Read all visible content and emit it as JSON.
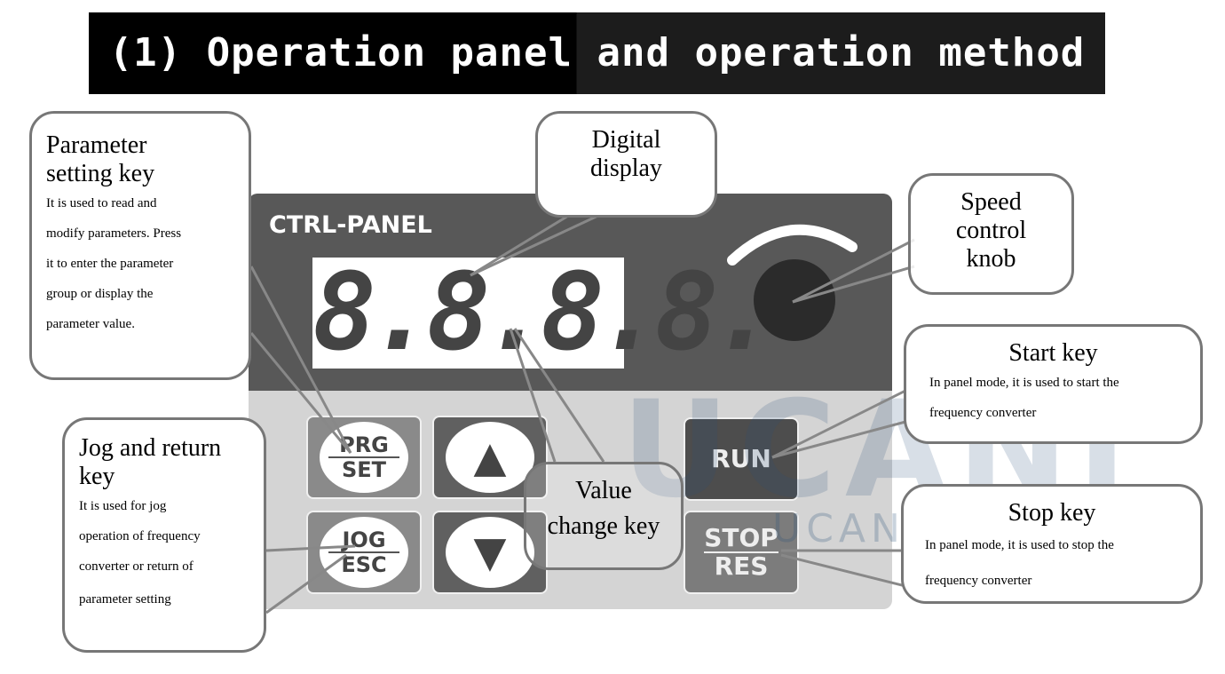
{
  "title": "(1) Operation panel and operation method",
  "panel": {
    "label": "CTRL-PANEL",
    "display": "8.8.8.8.",
    "keys": {
      "prg": "PRG",
      "set": "SET",
      "jog": "JOG",
      "esc": "ESC",
      "run": "RUN",
      "stop": "STOP",
      "res": "RES",
      "up": "▲",
      "down": "▼"
    }
  },
  "callouts": {
    "param": {
      "title1": "Parameter",
      "title2": "setting key",
      "lines": [
        "It is used to read and",
        "modify parameters. Press",
        "it to enter the parameter",
        "group or display the",
        "parameter value."
      ]
    },
    "digital": {
      "title1": "Digital",
      "title2": "display"
    },
    "speed": {
      "title1": "Speed",
      "title2": "control",
      "title3": "knob"
    },
    "start": {
      "title": "Start key",
      "lines": [
        "In panel mode, it is used to start the",
        "frequency converter"
      ]
    },
    "stop": {
      "title": "Stop key",
      "lines": [
        "In panel mode, it is used to stop the",
        "frequency converter"
      ]
    },
    "jog": {
      "title1": "Jog and return",
      "title2": "key",
      "lines": [
        "It is used for jog",
        "operation of frequency",
        "converter or return of",
        "parameter setting"
      ]
    },
    "value": {
      "title1": "Value",
      "title2": "change key"
    }
  },
  "watermark": {
    "big": "UCANI",
    "small": "UCANI CN"
  }
}
